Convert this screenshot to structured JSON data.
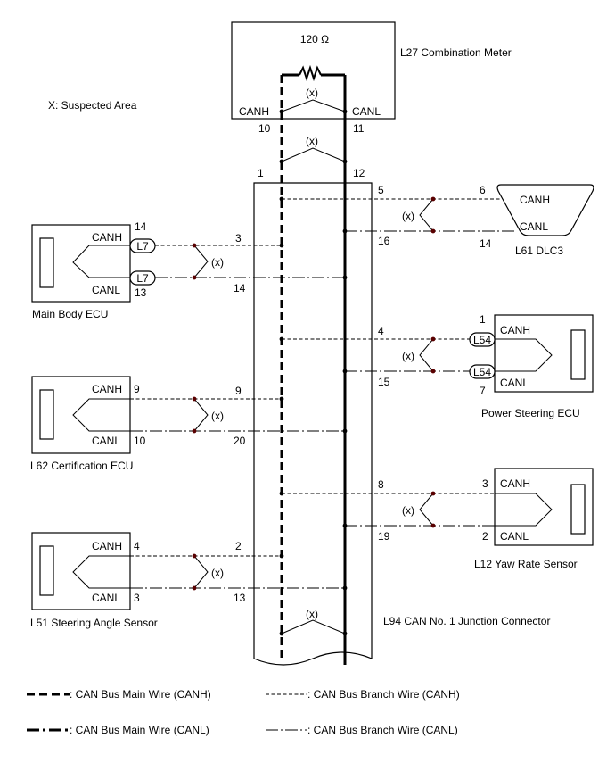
{
  "resistor": "120 Ω",
  "suspected": "X: Suspected Area",
  "x": "(x)",
  "h": "CANH",
  "l": "CANL",
  "meter": {
    "name": "L27  Combination Meter",
    "ph": "10",
    "pl": "11"
  },
  "jc": {
    "name": "L94  CAN No. 1 Junction Connector",
    "p1": "1",
    "p12": "12"
  },
  "dlc": {
    "name": "L61  DLC3",
    "ph": "6",
    "pl": "14",
    "jh": "5",
    "jl": "16"
  },
  "mb": {
    "name": "Main Body ECU",
    "conn": "L7",
    "ph": "14",
    "pl": "13",
    "jh": "3",
    "jl": "14"
  },
  "ps": {
    "name": "Power Steering ECU",
    "conn": "L54",
    "ph": "1",
    "pl": "7",
    "jh": "4",
    "jl": "15"
  },
  "ce": {
    "name": "L62  Certification ECU",
    "ph": "9",
    "pl": "10",
    "jh": "9",
    "jl": "20"
  },
  "yr": {
    "name": "L12  Yaw Rate Sensor",
    "ph": "3",
    "pl": "2",
    "jh": "8",
    "jl": "19"
  },
  "sa": {
    "name": "L51  Steering Angle Sensor",
    "ph": "4",
    "pl": "3",
    "jh": "2",
    "jl": "13"
  },
  "legend": {
    "main_h": ": CAN Bus Main Wire (CANH)",
    "main_l": ": CAN Bus Main Wire (CANL)",
    "branch_h": ": CAN Bus Branch Wire (CANH)",
    "branch_l": ": CAN Bus Branch Wire (CANL)"
  }
}
